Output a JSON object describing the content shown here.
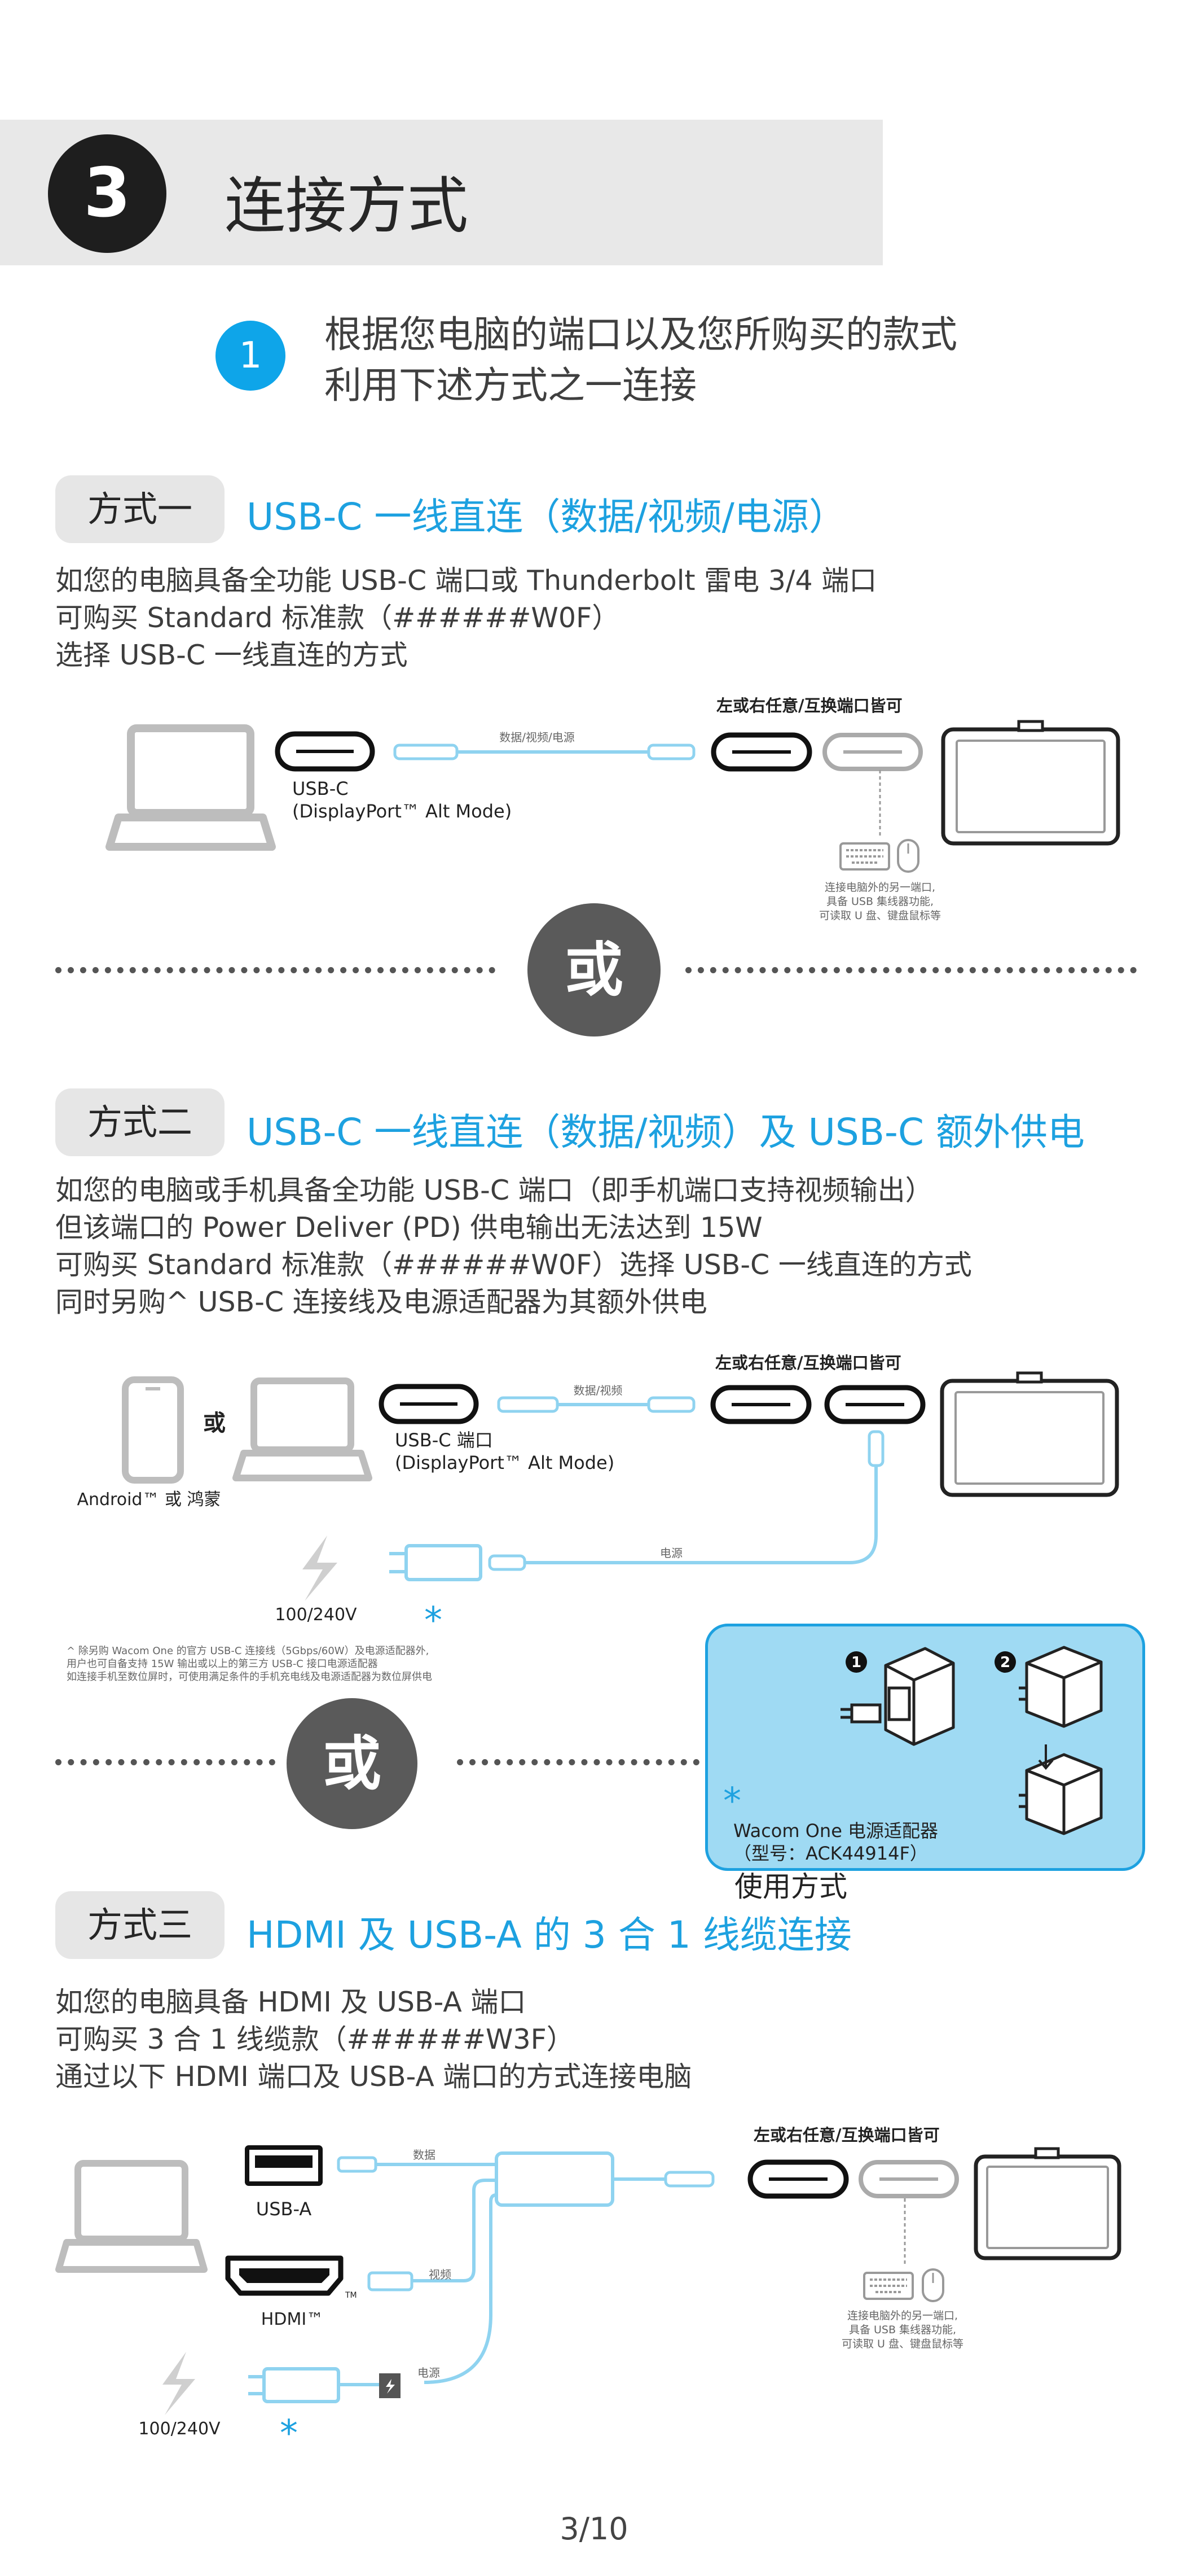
{
  "header": {
    "number": "3",
    "title": "连接方式"
  },
  "step": {
    "number": "1",
    "line1": "根据您电脑的端口以及您所购买的款式",
    "line2": "利用下述方式之一连接"
  },
  "method1": {
    "tag": "方式一",
    "heading": "USB-C 一线直连（数据/视频/电源）",
    "desc": [
      "如您的电脑具备全功能 USB-C 端口或 Thunderbolt 雷电 3/4 端口",
      "可购买 Standard 标准款（######W0F）",
      "选择 USB-C 一线直连的方式"
    ],
    "port_label_1": "USB-C",
    "port_label_2": "(DisplayPort™ Alt Mode)",
    "cable_label": "数据/视频/电源",
    "either_side": "左或右任意/互换端口皆可",
    "hub_note": [
      "连接电脑外的另一端口,",
      "具备 USB 集线器功能,",
      "可读取 U 盘、键盘鼠标等"
    ]
  },
  "or_label": "或",
  "method2": {
    "tag": "方式二",
    "heading": "USB-C 一线直连（数据/视频）及 USB-C 额外供电",
    "desc": [
      "如您的电脑或手机具备全功能 USB-C 端口（即手机端口支持视频输出）",
      "但该端口的 Power Deliver (PD) 供电输出无法达到 15W",
      "可购买 Standard 标准款（######W0F）选择 USB-C 一线直连的方式",
      "同时另购^ USB-C 连接线及电源适配器为其额外供电"
    ],
    "phone_or": "或",
    "phone_label": "Android™ 或 鸿蒙",
    "port_label_1": "USB-C 端口",
    "port_label_2": "(DisplayPort™ Alt Mode)",
    "cable_label": "数据/视频",
    "either_side": "左或右任意/互换端口皆可",
    "power_label": "电源",
    "voltage": "100/240V",
    "footnote": [
      "^ 除另购 Wacom One 的官方 USB-C 连接线（5Gbps/60W）及电源适配器外,",
      "用户也可自备支持 15W 输出或以上的第三方 USB-C 接口电源适配器",
      "如连接手机至数位屏时，可使用满足条件的手机充电线及电源适配器为数位屏供电"
    ],
    "adapter_box": {
      "step1": "1",
      "step2": "2",
      "star": "*",
      "title": "Wacom One 电源适配器",
      "model": "（型号：ACK44914F）",
      "usage": "使用方式"
    }
  },
  "method3": {
    "tag": "方式三",
    "heading": "HDMI 及 USB-A 的 3 合 1 线缆连接",
    "desc": [
      "如您的电脑具备 HDMI 及 USB-A 端口",
      "可购买 3 合 1 线缆款（######W3F）",
      "通过以下 HDMI 端口及 USB-A 端口的方式连接电脑"
    ],
    "usba_label": "USB-A",
    "hdmi_label": "HDMI™",
    "tm": "TM",
    "data_label": "数据",
    "video_label": "视频",
    "power_label": "电源",
    "voltage": "100/240V",
    "either_side": "左或右任意/互换端口皆可",
    "hub_note": [
      "连接电脑外的另一端口,",
      "具备 USB 集线器功能,",
      "可读取 U 盘、键盘鼠标等"
    ]
  },
  "page": "3/10",
  "colors": {
    "accent": "#1da1e0",
    "badge": "#0ea5e9",
    "dark": "#1e1e1e",
    "cable": "#8fd3f0",
    "box_fill": "#9fdaf3"
  }
}
